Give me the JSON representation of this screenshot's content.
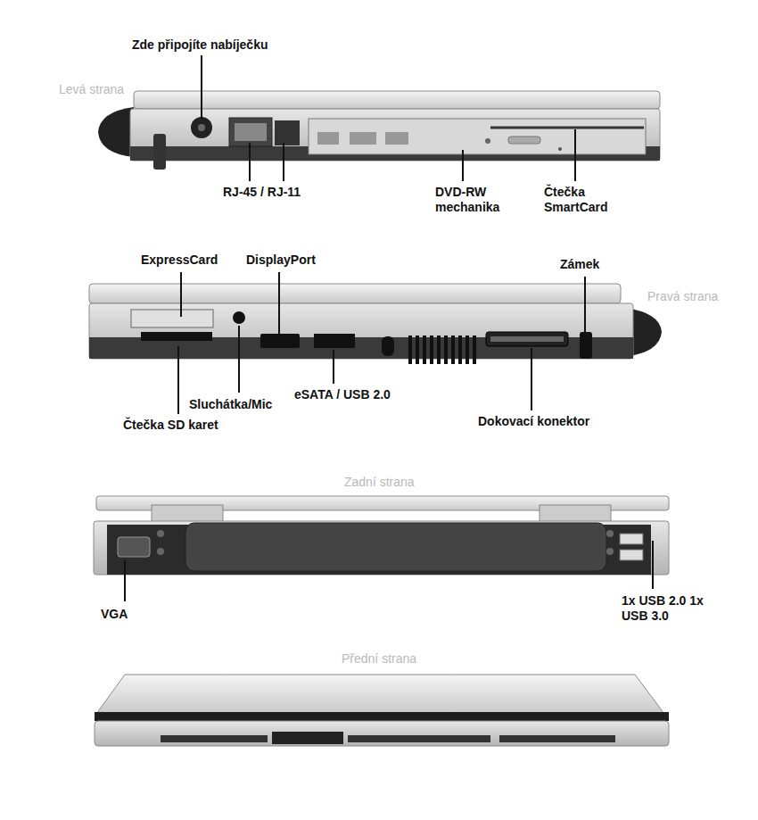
{
  "diagram": {
    "labels": [
      "Zde připojíte nabíječku",
      "Levá strana",
      "RJ-45 / RJ-11",
      "DVD-RW mechanika",
      "Čtečka SmartCard",
      "ExpressCard",
      "DisplayPort",
      "Zámek",
      "Pravá strana",
      "Sluchátka/Mic",
      "Čtečka SD karet",
      "eSATA / USB 2.0",
      "Dokovací konektor",
      "Zadní strana",
      "VGA",
      "1x USB 2.0 1x USB 3.0",
      "Přední strana"
    ]
  }
}
